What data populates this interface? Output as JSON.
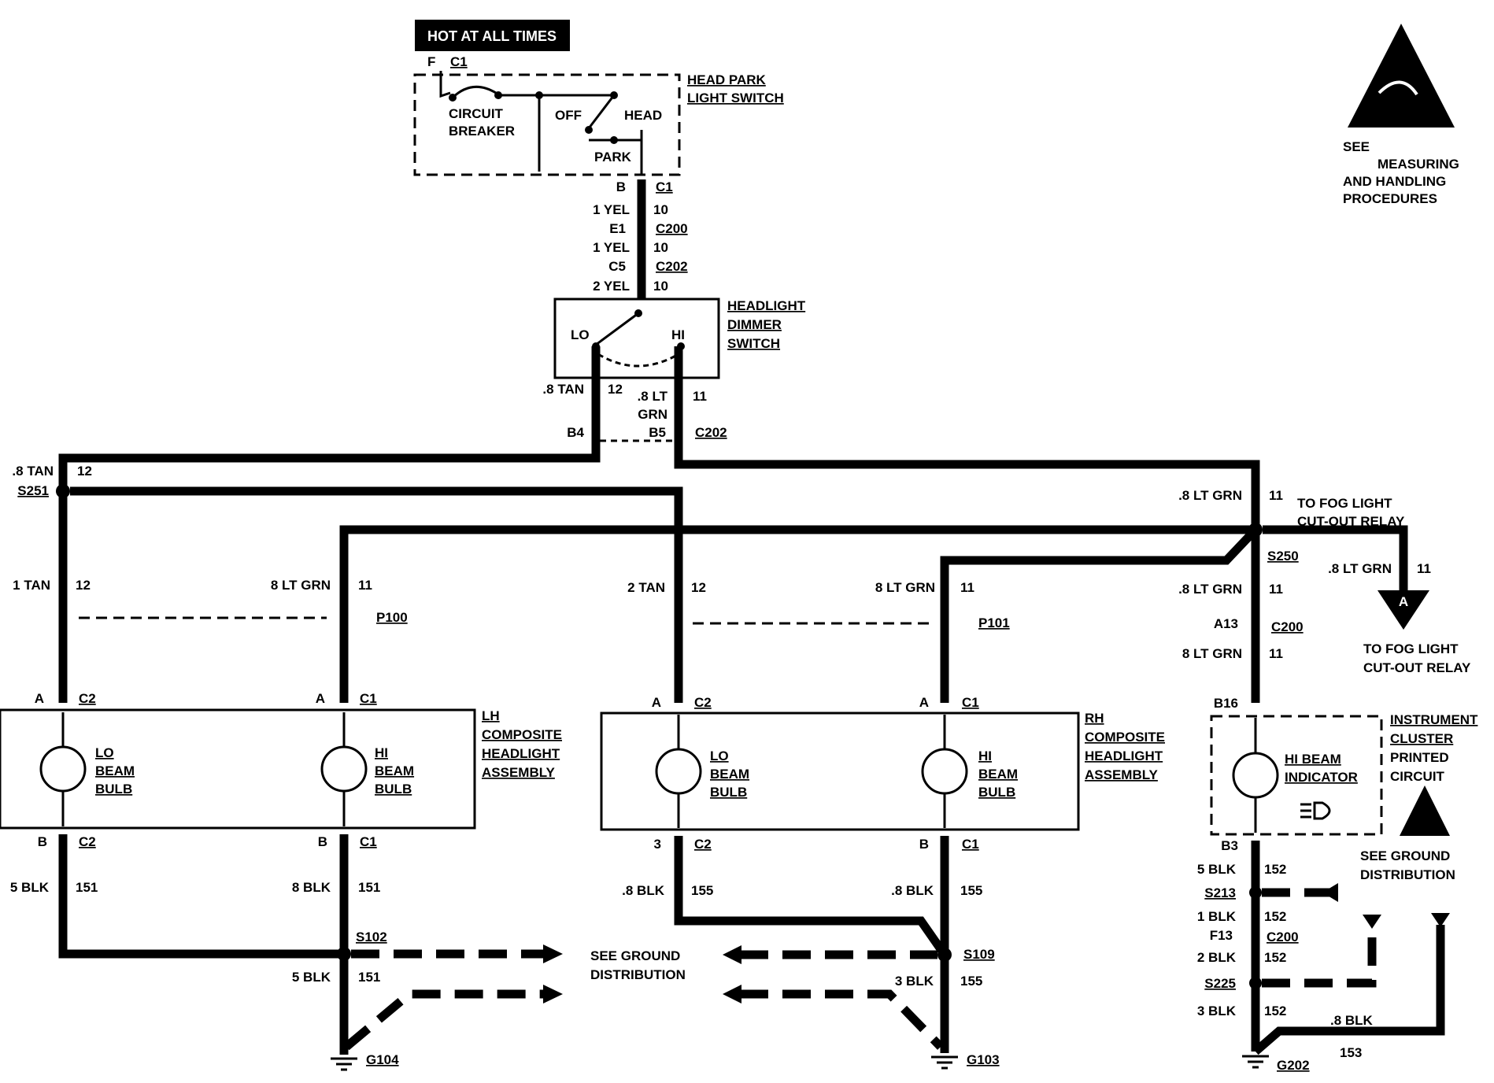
{
  "hot_banner": "HOT AT ALL TIMES",
  "switch": {
    "pins": {
      "f": "F",
      "c1": "C1"
    },
    "name": [
      "HEAD PARK",
      "LIGHT SWITCH"
    ],
    "circuit_breaker": [
      "CIRCUIT",
      "BREAKER"
    ],
    "off": "OFF",
    "head": "HEAD",
    "park": "PARK"
  },
  "top_wire": {
    "b": "B",
    "c1": "C1",
    "w1": "1 YEL",
    "n1": "10",
    "e1": "E1",
    "c200": "C200",
    "w2": "1 YEL",
    "n2": "10",
    "c5": "C5",
    "c202": "C202",
    "w3": "2 YEL",
    "n3": "10"
  },
  "dimmer": {
    "name": [
      "HEADLIGHT",
      "DIMMER",
      "SWITCH"
    ],
    "lo": "LO",
    "hi": "HI",
    "tan": ".8 TAN",
    "n12": "12",
    "ltgrn": [
      ".8 LT",
      "GRN"
    ],
    "n11": "11",
    "b4": "B4",
    "b5": "B5",
    "c202": "C202"
  },
  "esd_note": [
    "SEE",
    "MEASURING",
    "AND HANDLING",
    "PROCEDURES"
  ],
  "left_bus": {
    "tan": ".8 TAN",
    "n12": "12",
    "splice": "S251"
  },
  "right_bus": {
    "ltgrn": ".8 LT GRN",
    "n11": "11",
    "fog1": [
      "TO FOG LIGHT",
      "CUT-OUT RELAY"
    ],
    "splice": "S250",
    "ltgrn2": ".8 LT GRN",
    "n11b": "11",
    "arrow_label": "A",
    "fog2": [
      "TO FOG LIGHT",
      "CUT-OUT RELAY"
    ]
  },
  "lh": {
    "lo_wire": "1 TAN",
    "lo_n": "12",
    "hi_wire": "8 LT GRN",
    "hi_n": "11",
    "conn": "P100",
    "lo_pin": "A",
    "lo_c": "C2",
    "hi_pin": "A",
    "hi_c": "C1",
    "lo_bulb": [
      "LO",
      "BEAM",
      "BULB"
    ],
    "hi_bulb": [
      "HI",
      "BEAM",
      "BULB"
    ],
    "name": [
      "LH",
      "COMPOSITE",
      "HEADLIGHT",
      "ASSEMBLY"
    ],
    "lo_bpin": "B",
    "lo_bc": "C2",
    "hi_bpin": "B",
    "hi_bc": "C1",
    "lo_gnd": "5 BLK",
    "lo_gnd_n": "151",
    "hi_gnd": "8 BLK",
    "hi_gnd_n": "151",
    "splice": "S102",
    "gnd_wire": "5 BLK",
    "gnd_n": "151",
    "ground": "G104"
  },
  "rh": {
    "lo_wire": "2 TAN",
    "lo_n": "12",
    "hi_wire": "8 LT GRN",
    "hi_n": "11",
    "conn": "P101",
    "lo_pin": "A",
    "lo_c": "C2",
    "hi_pin": "A",
    "hi_c": "C1",
    "lo_bulb": [
      "LO",
      "BEAM",
      "BULB"
    ],
    "hi_bulb": [
      "HI",
      "BEAM",
      "BULB"
    ],
    "name": [
      "RH",
      "COMPOSITE",
      "HEADLIGHT",
      "ASSEMBLY"
    ],
    "lo_bpin": "3",
    "lo_bc": "C2",
    "hi_bpin": "B",
    "hi_bc": "C1",
    "lo_gnd": ".8 BLK",
    "lo_gnd_n": "155",
    "hi_gnd": ".8 BLK",
    "hi_gnd_n": "155",
    "splice": "S109",
    "gnd_wire": "3 BLK",
    "gnd_n": "155",
    "ground": "G103"
  },
  "ground_dist": [
    "SEE GROUND",
    "DISTRIBUTION"
  ],
  "cluster": {
    "ltgrn": ".8 LT GRN",
    "n11": "11",
    "a13": "A13",
    "c200": "C200",
    "ltgrn2": "8 LT GRN",
    "n11b": "11",
    "b16": "B16",
    "indicator": [
      "HI BEAM",
      "INDICATOR"
    ],
    "name": [
      "INSTRUMENT",
      "CLUSTER",
      "PRINTED",
      "CIRCUIT"
    ],
    "b3": "B3",
    "w1": "5 BLK",
    "n1": "152",
    "s213": "S213",
    "w2": "1 BLK",
    "n2": "152",
    "f13": "F13",
    "c200b": "C200",
    "w3": "2 BLK",
    "n3": "152",
    "s225": "S225",
    "w4": "3 BLK",
    "n4": "152",
    "w5": ".8 BLK",
    "n5": "153",
    "ground": "G202",
    "gnd_note": [
      "SEE GROUND",
      "DISTRIBUTION"
    ]
  }
}
